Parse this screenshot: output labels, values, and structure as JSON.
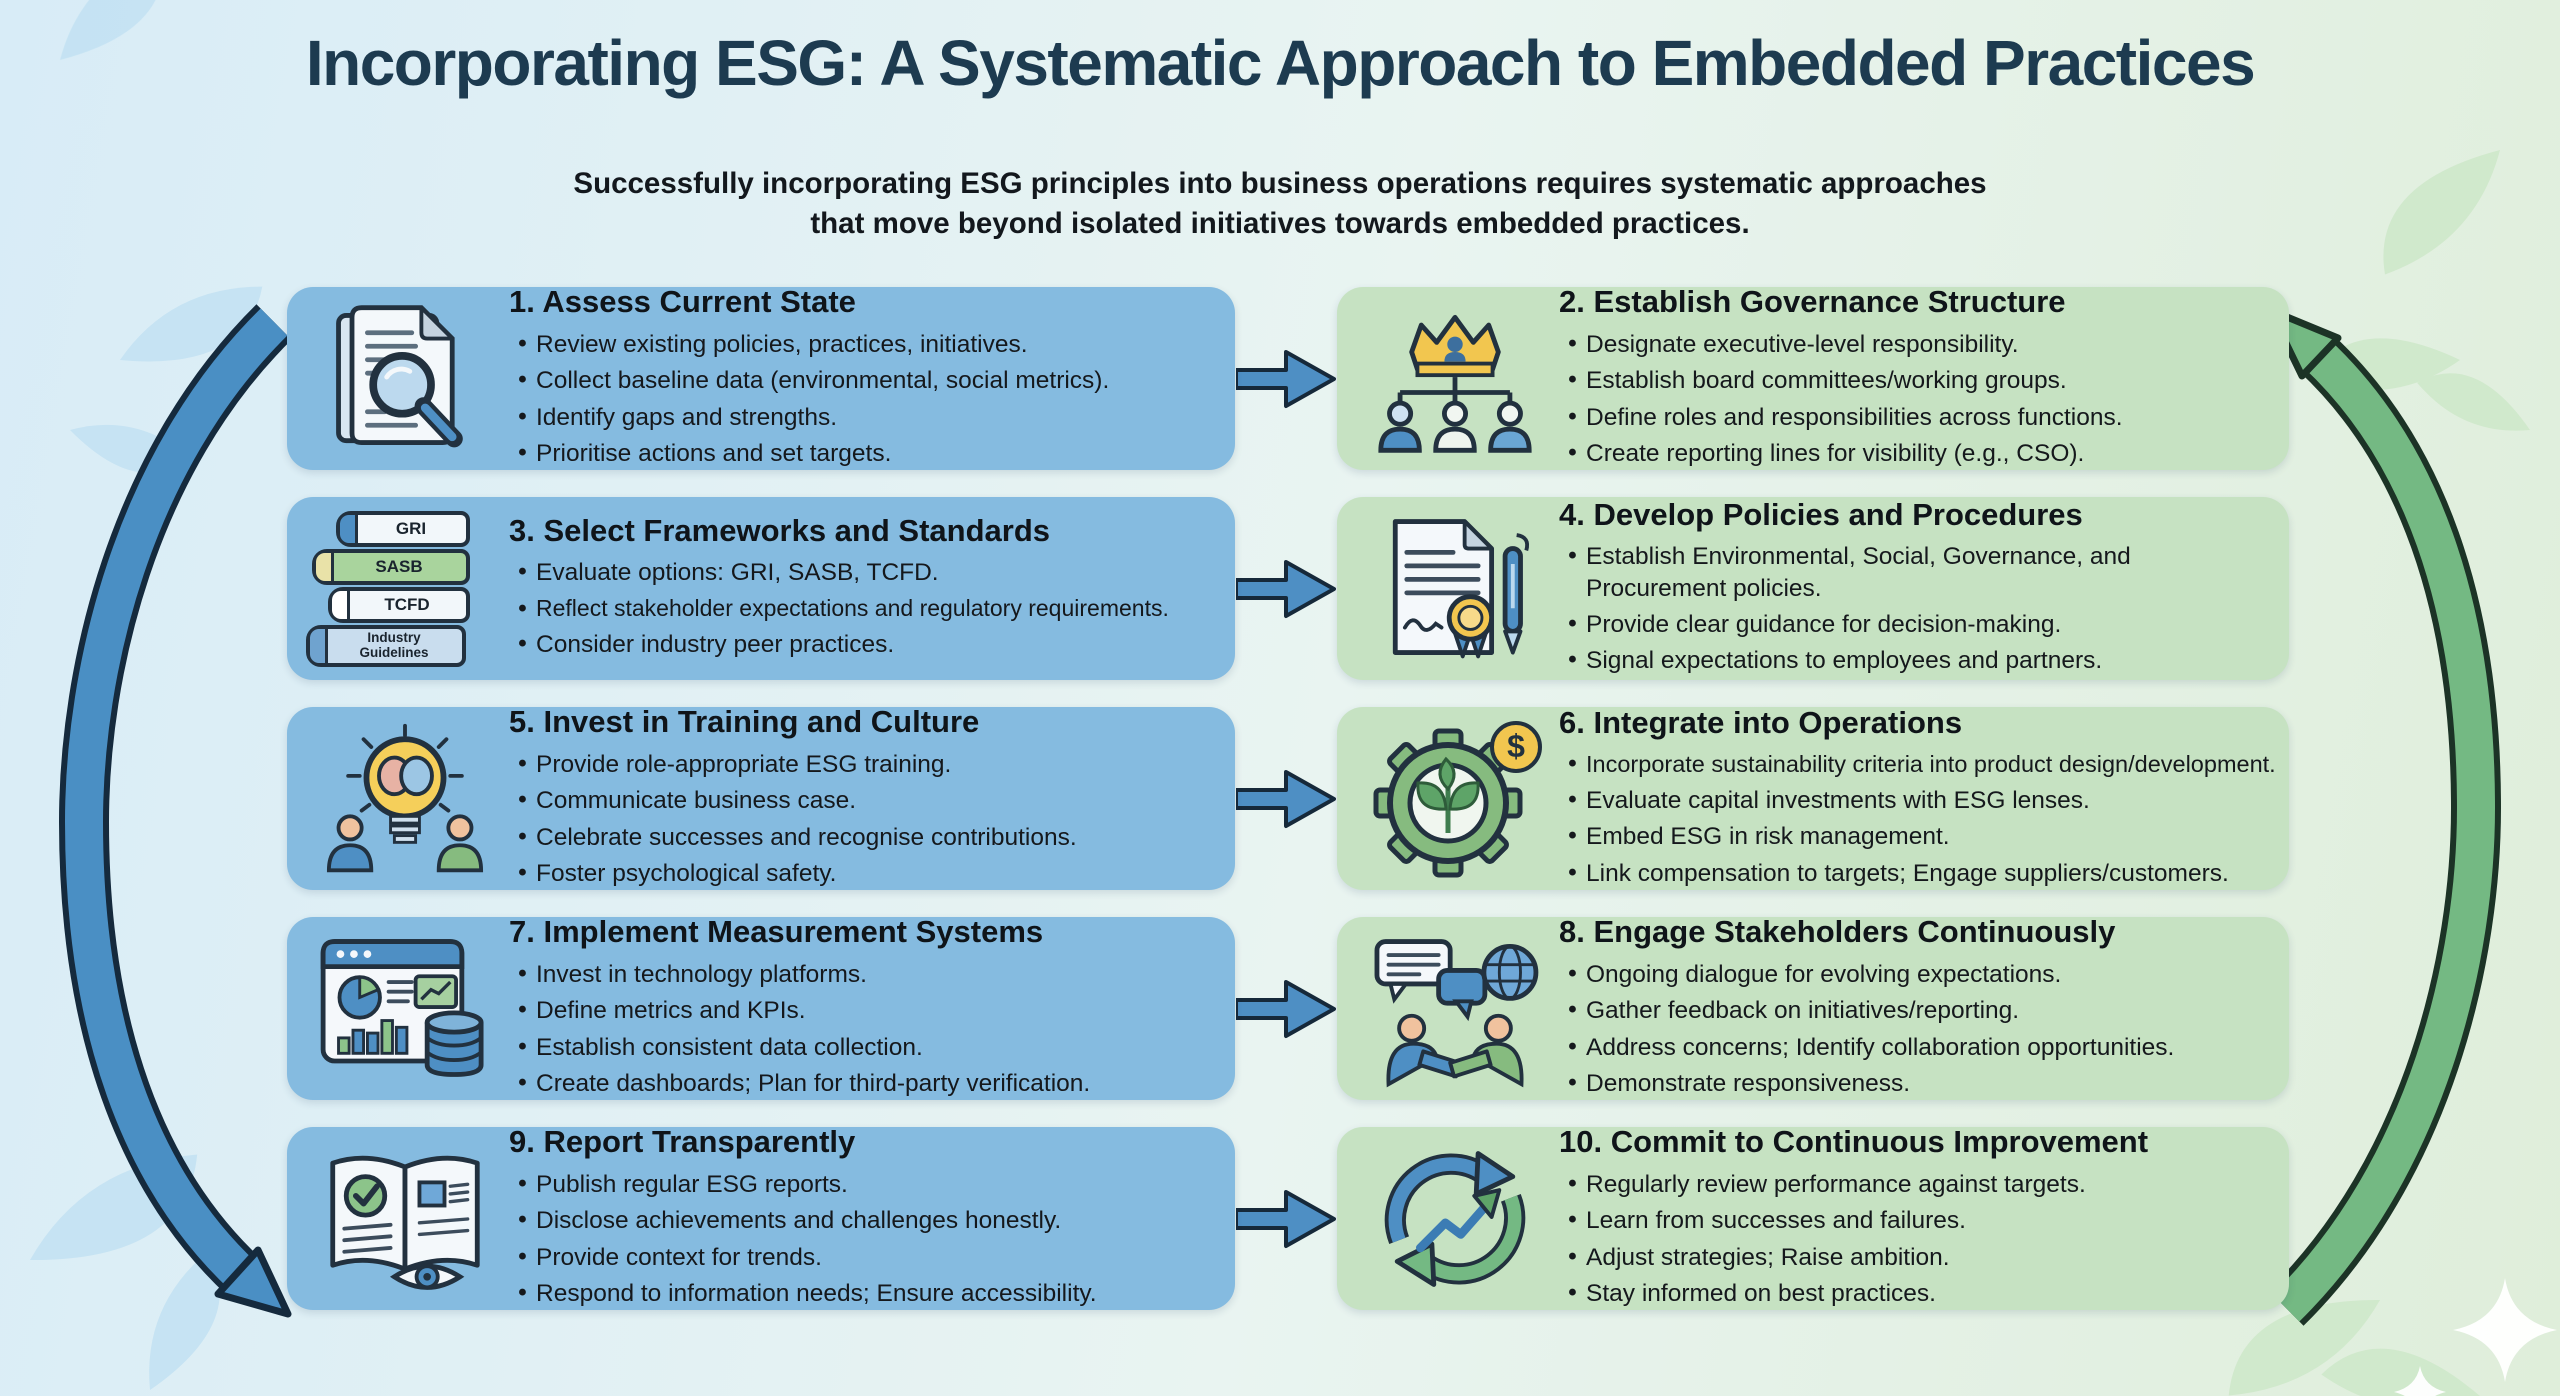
{
  "page": {
    "title": "Incorporating ESG: A Systematic Approach to Embedded Practices",
    "subtitle_line1": "Successfully incorporating ESG principles into business operations requires systematic approaches",
    "subtitle_line2": "that move beyond isolated initiatives towards embedded practices."
  },
  "ui": {
    "bullet_char": "•"
  },
  "colors": {
    "title_text": "#1d3b50",
    "left_box": "#85bbe0",
    "right_box": "#c6e2c2",
    "flow_arrow_blue": "#4e8fc4",
    "cycle_arrow_blue": "#4a8fc4",
    "cycle_arrow_green": "#74b983",
    "outline_dark": "#1c2e3e",
    "coin_yellow": "#f2c64f"
  },
  "steps": [
    {
      "number": "1.",
      "title": "Assess Current State",
      "icon": "document-magnifier-icon",
      "column": "left",
      "bullets": [
        "Review existing policies, practices, initiatives.",
        "Collect baseline data (environmental, social metrics).",
        "Identify gaps and strengths.",
        "Prioritise actions and set targets."
      ]
    },
    {
      "number": "2.",
      "title": "Establish Governance Structure",
      "icon": "org-chart-crown-icon",
      "column": "right",
      "bullets": [
        "Designate executive-level responsibility.",
        "Establish board committees/working groups.",
        "Define roles and responsibilities across functions.",
        "Create reporting lines for visibility (e.g., CSO)."
      ]
    },
    {
      "number": "3.",
      "title": "Select Frameworks and Standards",
      "icon": "frameworks-books-icon",
      "column": "left",
      "books": [
        "GRI",
        "SASB",
        "TCFD",
        "Industry Guidelines"
      ],
      "bullets": [
        "Evaluate options: GRI, SASB, TCFD.",
        "Reflect stakeholder expectations and regulatory requirements.",
        "Consider industry peer practices."
      ]
    },
    {
      "number": "4.",
      "title": "Develop Policies and Procedures",
      "icon": "certificate-pen-icon",
      "column": "right",
      "bullets": [
        "Establish Environmental, Social, Governance, and Procurement policies.",
        "Provide clear guidance for decision-making.",
        "Signal expectations to employees and partners."
      ]
    },
    {
      "number": "5.",
      "title": "Invest in Training and Culture",
      "icon": "lightbulb-brain-icon",
      "column": "left",
      "bullets": [
        "Provide role-appropriate ESG training.",
        "Communicate business case.",
        "Celebrate successes and recognise contributions.",
        "Foster psychological safety."
      ]
    },
    {
      "number": "6.",
      "title": "Integrate into Operations",
      "icon": "gear-leaf-icon",
      "column": "right",
      "icon_badge": "$",
      "bullets": [
        "Incorporate sustainability criteria into product design/development.",
        "Evaluate capital investments with ESG lenses.",
        "Embed ESG in risk management.",
        "Link compensation to targets; Engage suppliers/customers."
      ]
    },
    {
      "number": "7.",
      "title": "Implement Measurement Systems",
      "icon": "dashboard-analytics-icon",
      "column": "left",
      "bullets": [
        "Invest in technology platforms.",
        "Define metrics and KPIs.",
        "Establish consistent data collection.",
        "Create dashboards; Plan for third-party verification."
      ]
    },
    {
      "number": "8.",
      "title": "Engage Stakeholders Continuously",
      "icon": "stakeholder-handshake-icon",
      "column": "right",
      "bullets": [
        "Ongoing dialogue for evolving expectations.",
        "Gather feedback on initiatives/reporting.",
        "Address concerns; Identify collaboration opportunities.",
        "Demonstrate responsiveness."
      ]
    },
    {
      "number": "9.",
      "title": "Report Transparently",
      "icon": "open-report-book-icon",
      "column": "left",
      "bullets": [
        "Publish regular ESG reports.",
        "Disclose achievements and challenges honestly.",
        "Provide context for trends.",
        "Respond to information needs; Ensure accessibility."
      ]
    },
    {
      "number": "10.",
      "title": "Commit to Continuous Improvement",
      "icon": "continuous-improvement-cycle-icon",
      "column": "right",
      "bullets": [
        "Regularly review performance against targets.",
        "Learn from successes and failures.",
        "Adjust strategies; Raise ambition.",
        "Stay informed on best practices."
      ]
    }
  ]
}
